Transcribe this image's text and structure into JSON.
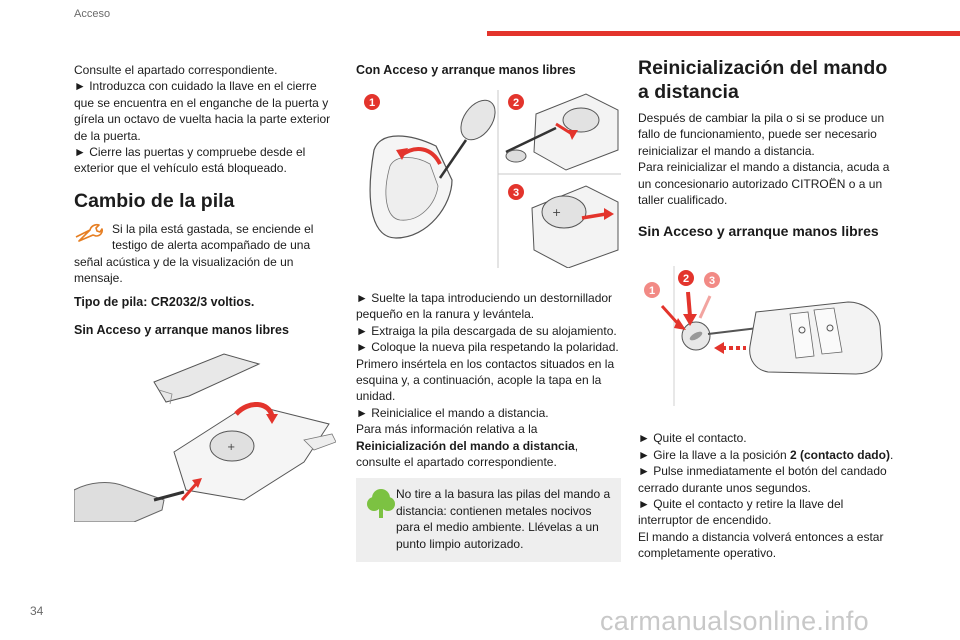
{
  "header": {
    "section_title": "Acceso"
  },
  "page_number": "34",
  "watermark": "carmanualsonline.info",
  "col1": {
    "intro": "Consulte el apartado correspondiente.",
    "step1": "► Introduzca con cuidado la llave en el cierre que se encuentra en el enganche de la puerta y gírela un octavo de vuelta hacia la parte exterior de la puerta.",
    "step2": "► Cierre las puertas y compruebe desde el exterior que el vehículo está bloqueado.",
    "section_title": "Cambio de la pila",
    "warning_first": "Si la pila está gastada, se enciende el testigo de alerta acompañado de una",
    "warning_rest": "señal acústica y de la visualización de un mensaje.",
    "battery_type": "Tipo de pila: CR2032/3 voltios.",
    "subtitle": "Sin Acceso y arranque manos libres"
  },
  "col2": {
    "subtitle": "Con Acceso y arranque manos libres",
    "figure_labels": [
      "1",
      "2",
      "3"
    ],
    "step1": "► Suelte la tapa introduciendo un destornillador pequeño en la ranura y levántela.",
    "step2": "► Extraiga la pila descargada de su alojamiento.",
    "step3": "► Coloque la nueva pila respetando la polaridad. Primero insértela en los contactos situados en la esquina y, a continuación, acople la tapa en la unidad.",
    "step4": "► Reinicialice el mando a distancia.",
    "more_info_pre": "Para más información relativa a la",
    "more_info_bold": "Reinicialización del mando a distancia",
    "more_info_post": ", consulte el apartado correspondiente.",
    "eco_note": "No tire a la basura las pilas del mando a distancia: contienen metales nocivos para el medio ambiente. Llévelas a un punto limpio autorizado."
  },
  "col3": {
    "section_title": "Reinicialización del mando a distancia",
    "intro1": "Después de cambiar la pila o si se produce un fallo de funcionamiento, puede ser necesario reinicializar el mando a distancia.",
    "intro2": "Para reinicializar el mando a distancia, acuda a un concesionario autorizado CITROËN o a un taller cualificado.",
    "subtitle": "Sin Acceso y arranque manos libres",
    "figure_labels": [
      "1",
      "2",
      "3"
    ],
    "step1": "► Quite el contacto.",
    "step2_pre": "► Gire la llave a la posición ",
    "step2_bold": "2 (contacto dado)",
    "step2_post": ".",
    "step3": "► Pulse inmediatamente el botón del candado cerrado durante unos segundos.",
    "step4": "► Quite el contacto y retire la llave del interruptor de encendido.",
    "result": "El mando a distancia volverá entonces a estar completamente operativo."
  },
  "colors": {
    "accent_red": "#e3342c",
    "eco_green": "#7cc242",
    "box_gray": "#eeeeee"
  }
}
